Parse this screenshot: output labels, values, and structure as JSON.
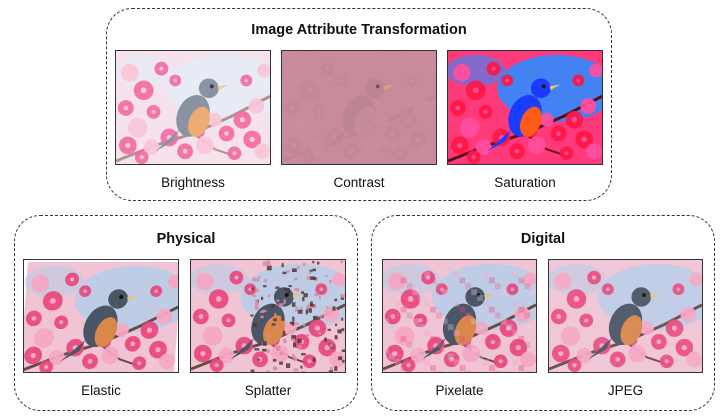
{
  "groups": {
    "attribute": {
      "title": "Image Attribute Transformation"
    },
    "physical": {
      "title": "Physical"
    },
    "digital": {
      "title": "Digital"
    }
  },
  "panels": {
    "brightness": "Brightness",
    "contrast": "Contrast",
    "saturation": "Saturation",
    "elastic": "Elastic",
    "splatter": "Splatter",
    "pixelate": "Pixelate",
    "jpeg": "JPEG"
  },
  "colors": {
    "blossom": "#e8467c",
    "blossom_light": "#f5a6c2",
    "sky": "#b9cde8",
    "bird_slate": "#4a5566",
    "bird_breast": "#d9874a",
    "contrast_wash": "#c98a9b",
    "saturation_blue": "#1a3cff",
    "saturation_red": "#ff1744"
  }
}
